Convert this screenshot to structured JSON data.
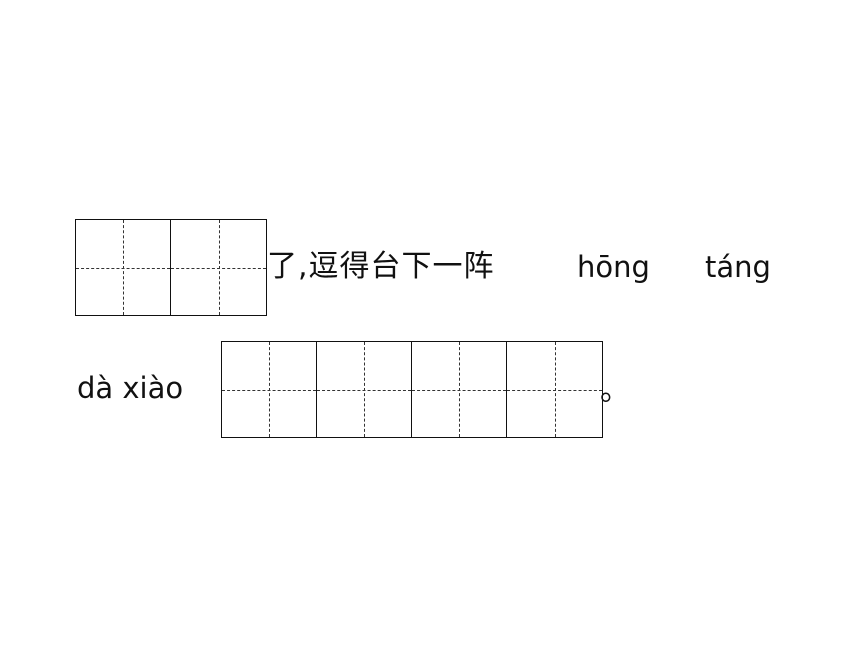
{
  "exercise": {
    "line1": {
      "boxes": 2,
      "text": "了,逗得台下一阵",
      "pinyin": [
        "hōng",
        "táng"
      ]
    },
    "line2": {
      "pinyin": "dà xiào",
      "boxes": 4,
      "end_punct": "。"
    }
  }
}
